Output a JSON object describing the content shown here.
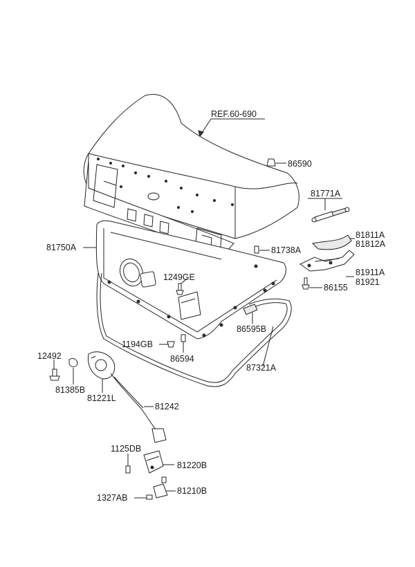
{
  "diagram": {
    "labels": {
      "ref": "REF.60-690",
      "p86590": "86590",
      "p81771A": "81771A",
      "p81811A": "81811A",
      "p81812A": "81812A",
      "p81750A": "81750A",
      "p81738A": "81738A",
      "p81911A": "81911A",
      "p81921": "81921",
      "p86155": "86155",
      "p1249GE": "1249GE",
      "p86595B": "86595B",
      "p1194GB": "1194GB",
      "p86594": "86594",
      "p87321A": "87321A",
      "p12492": "12492",
      "p81385B": "81385B",
      "p81221L": "81221L",
      "p81242": "81242",
      "p1125DB": "1125DB",
      "p81220B": "81220B",
      "p1327AB": "1327AB",
      "p81210B": "81210B"
    }
  }
}
